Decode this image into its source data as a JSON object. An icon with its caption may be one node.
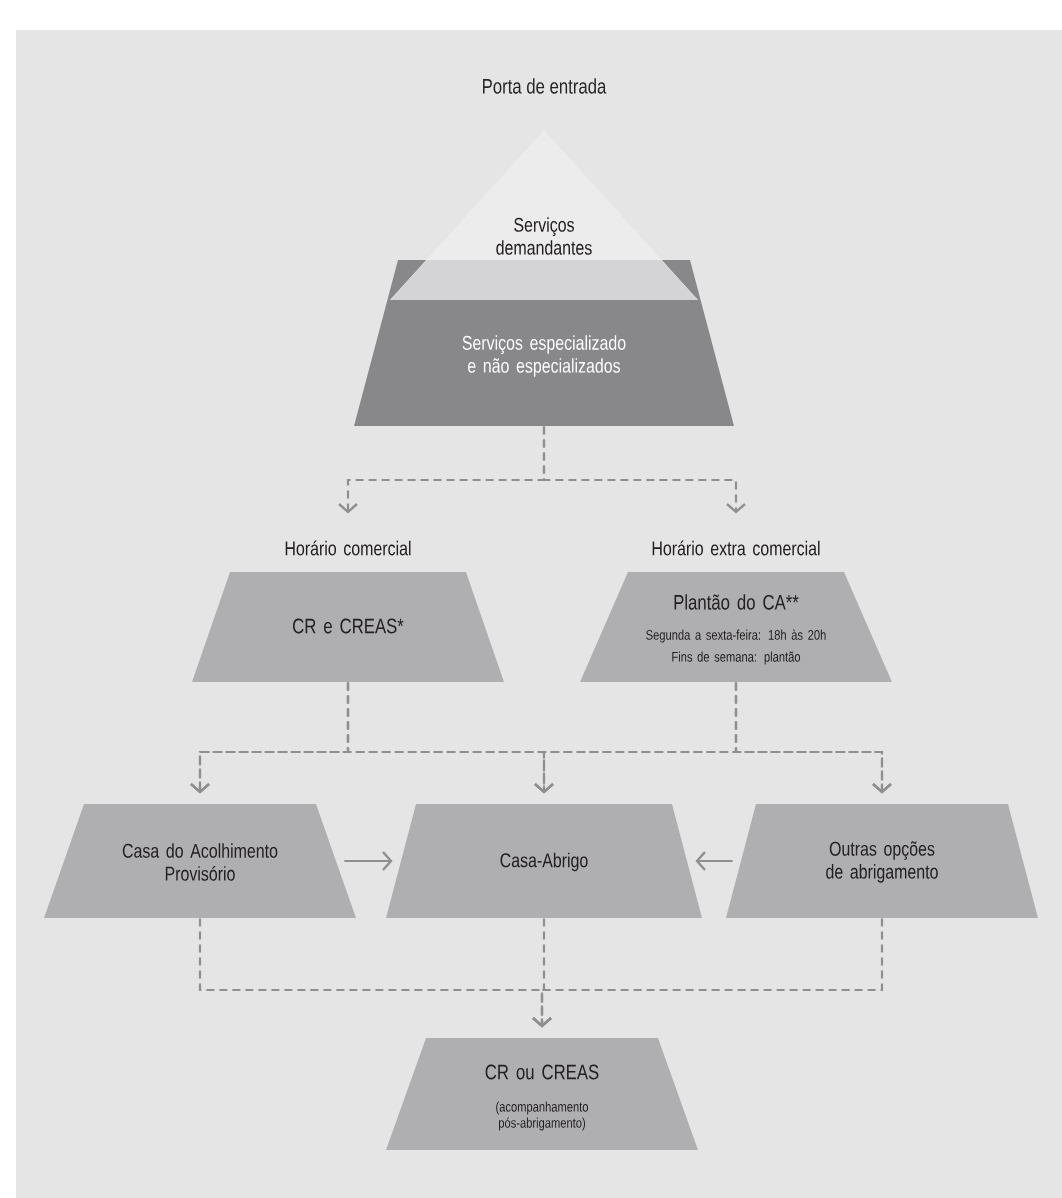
{
  "diagram": {
    "title": "Porta de entrada",
    "nodes": [
      {
        "text": [
          "Serviços demandantes"
        ]
      },
      {
        "text": [
          "Serviços especializado e não especializados"
        ]
      },
      {
        "text": [
          "Horário comercial",
          "CR e CREAS*"
        ]
      },
      {
        "text": [
          "Horário extra comercial",
          "Plantão do CA**",
          "Segunda a sexta-feira: 18h às 20h",
          "Fins de semana: plantão"
        ]
      },
      {
        "text": [
          "Casa do Acolhimento Provisório"
        ]
      },
      {
        "text": [
          "Casa-Abrigo"
        ]
      },
      {
        "text": [
          "Outras opções de abrigamento"
        ]
      },
      {
        "text": [
          "CR ou CREAS",
          "(acompanhamento pós-abrigamento)"
        ]
      }
    ],
    "edges": [
      {
        "from": 1,
        "to": 2,
        "arrow": "to",
        "style": "dashed"
      },
      {
        "from": 1,
        "to": 3,
        "arrow": "to",
        "style": "dashed"
      },
      {
        "from": 2,
        "to": 4,
        "arrow": "to",
        "style": "dashed"
      },
      {
        "from": 2,
        "to": 5,
        "arrow": "to",
        "style": "dashed"
      },
      {
        "from": 2,
        "to": 6,
        "arrow": "to",
        "style": "dashed"
      },
      {
        "from": 3,
        "to": 4,
        "arrow": "to",
        "style": "dashed"
      },
      {
        "from": 3,
        "to": 5,
        "arrow": "to",
        "style": "dashed"
      },
      {
        "from": 3,
        "to": 6,
        "arrow": "to",
        "style": "dashed"
      },
      {
        "from": 4,
        "to": 5,
        "arrow": "to"
      },
      {
        "from": 6,
        "to": 5,
        "arrow": "to"
      },
      {
        "from": 4,
        "to": 7,
        "arrow": "to",
        "style": "dashed"
      },
      {
        "from": 5,
        "to": 7,
        "arrow": "to",
        "style": "dashed"
      },
      {
        "from": 6,
        "to": 7,
        "arrow": "to",
        "style": "dashed"
      }
    ]
  }
}
